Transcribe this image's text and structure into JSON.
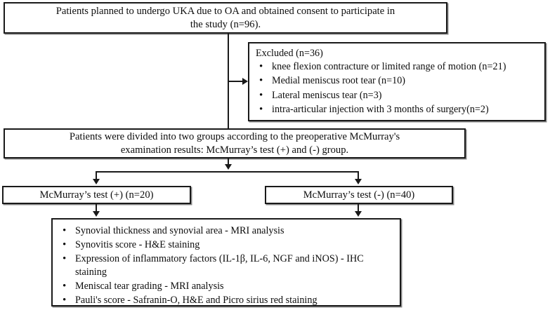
{
  "diagram": {
    "title": "UKA patient enrollment and analysis flowchart",
    "line_color": "#1a1a1a",
    "box_fill": "#ffffff"
  },
  "nodes": {
    "enrollment": {
      "line1": "Patients planned to undergo UKA due to OA and  obtained consent to participate in",
      "line2": "the study (n=96)."
    },
    "excluded": {
      "heading": "Excluded (n=36)",
      "items": [
        "knee flexion contracture or limited range of motion (n=21)",
        "Medial meniscus root tear (n=10)",
        "Lateral meniscus tear (n=3)",
        "intra-articular injection with 3 months of surgery(n=2)"
      ]
    },
    "grouping": {
      "line1": "Patients were divided into two groups according to the preoperative McMurray's",
      "line2": "examination results: McMurray’s test (+) and (-) group."
    },
    "group_positive": {
      "label": "McMurray’s test (+) (n=20)"
    },
    "group_negative": {
      "label": "McMurray’s test (-) (n=40)"
    },
    "analyses": {
      "items": [
        "Synovial thickness and synovial area - MRI analysis",
        "Synovitis score - H&E staining",
        "Expression of inflammatory factors (IL-1β, IL-6, NGF and iNOS) - IHC staining",
        "Meniscal tear grading - MRI analysis",
        "Pauli's score - Safranin-O, H&E and Picro sirius red staining"
      ]
    }
  }
}
